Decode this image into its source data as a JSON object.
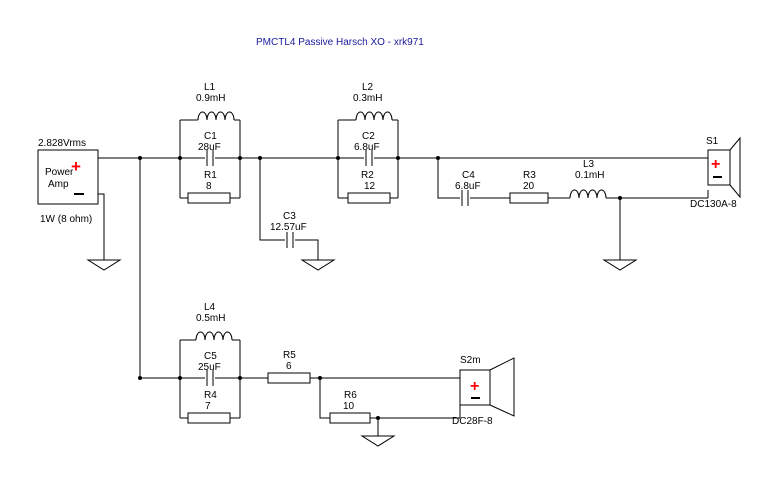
{
  "title": "PMCTL4  Passive Harsch XO  - xrk971",
  "source": {
    "voltage": "2.828Vrms",
    "label1": "Power",
    "label2": "Amp",
    "note": "1W (8 ohm)",
    "plus": "+",
    "minus": "−"
  },
  "components": {
    "L1": {
      "name": "L1",
      "value": "0.9mH"
    },
    "C1": {
      "name": "C1",
      "value": "28uF"
    },
    "R1": {
      "name": "R1",
      "value": "8"
    },
    "L2": {
      "name": "L2",
      "value": "0.3mH"
    },
    "C2": {
      "name": "C2",
      "value": "6.8uF"
    },
    "R2": {
      "name": "R2",
      "value": "12"
    },
    "C3": {
      "name": "C3",
      "value": "12.57uF"
    },
    "C4": {
      "name": "C4",
      "value": "6.8uF"
    },
    "R3": {
      "name": "R3",
      "value": "20"
    },
    "L3": {
      "name": "L3",
      "value": "0.1mH"
    },
    "L4": {
      "name": "L4",
      "value": "0.5mH"
    },
    "C5": {
      "name": "C5",
      "value": "25uF"
    },
    "R4": {
      "name": "R4",
      "value": "7"
    },
    "R5": {
      "name": "R5",
      "value": "6"
    },
    "R6": {
      "name": "R6",
      "value": "10"
    }
  },
  "speakers": {
    "S1": {
      "name": "S1",
      "model": "DC130A-8",
      "plus": "+",
      "minus": "−"
    },
    "S2": {
      "name": "S2m",
      "model": "DC28F-8",
      "plus": "+",
      "minus": "−"
    }
  }
}
